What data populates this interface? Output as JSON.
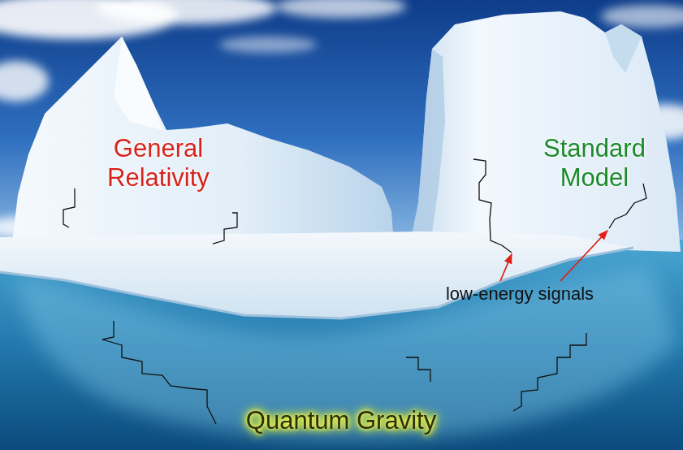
{
  "diagram": {
    "labels": [
      "General Relativity",
      "Standard Model",
      "low-energy signals",
      "Quantum Gravity"
    ]
  }
}
